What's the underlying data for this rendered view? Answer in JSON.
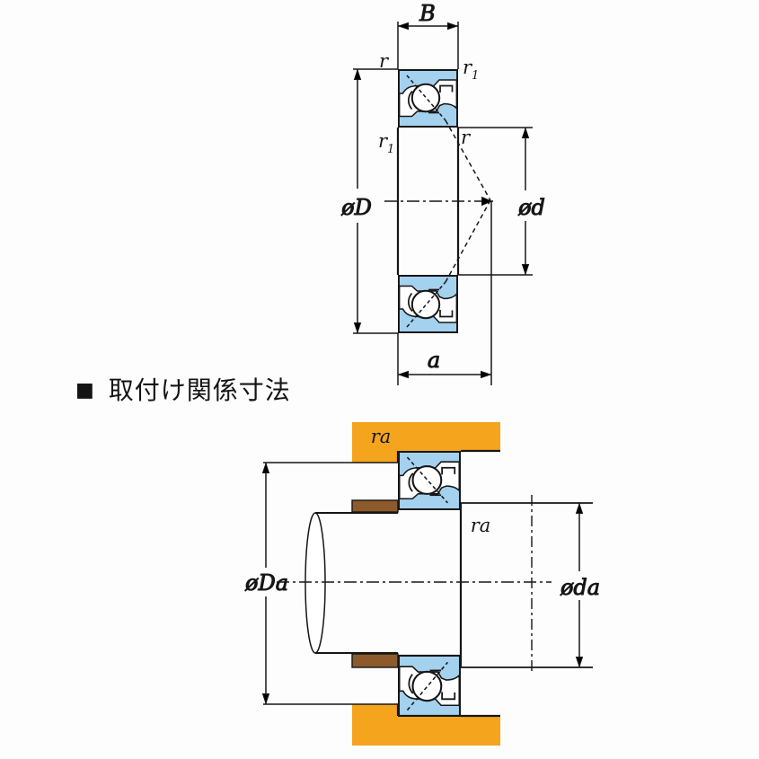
{
  "heading": {
    "bullet": "■",
    "text": "取付け関係寸法"
  },
  "colors": {
    "bearing_blue": "#a3d1ee",
    "housing_orange": "#f4a51d",
    "spacer_brown": "#8c5a2b",
    "line_black": "#161616"
  },
  "top_figure": {
    "labels": {
      "width": "B",
      "outer_diameter": "øD",
      "bore_diameter": "ød",
      "load_center": "a",
      "chamfer_top_left": "r",
      "chamfer_top_right": {
        "base": "r",
        "sub": "1"
      },
      "chamfer_bottom_left": {
        "base": "r",
        "sub": "1"
      },
      "chamfer_bottom_right": "r"
    }
  },
  "bottom_figure": {
    "labels": {
      "housing_fillet": "ra",
      "shaft_fillet": "ra",
      "housing_shoulder_diameter": "øDa",
      "shaft_shoulder_diameter": "øda"
    }
  }
}
